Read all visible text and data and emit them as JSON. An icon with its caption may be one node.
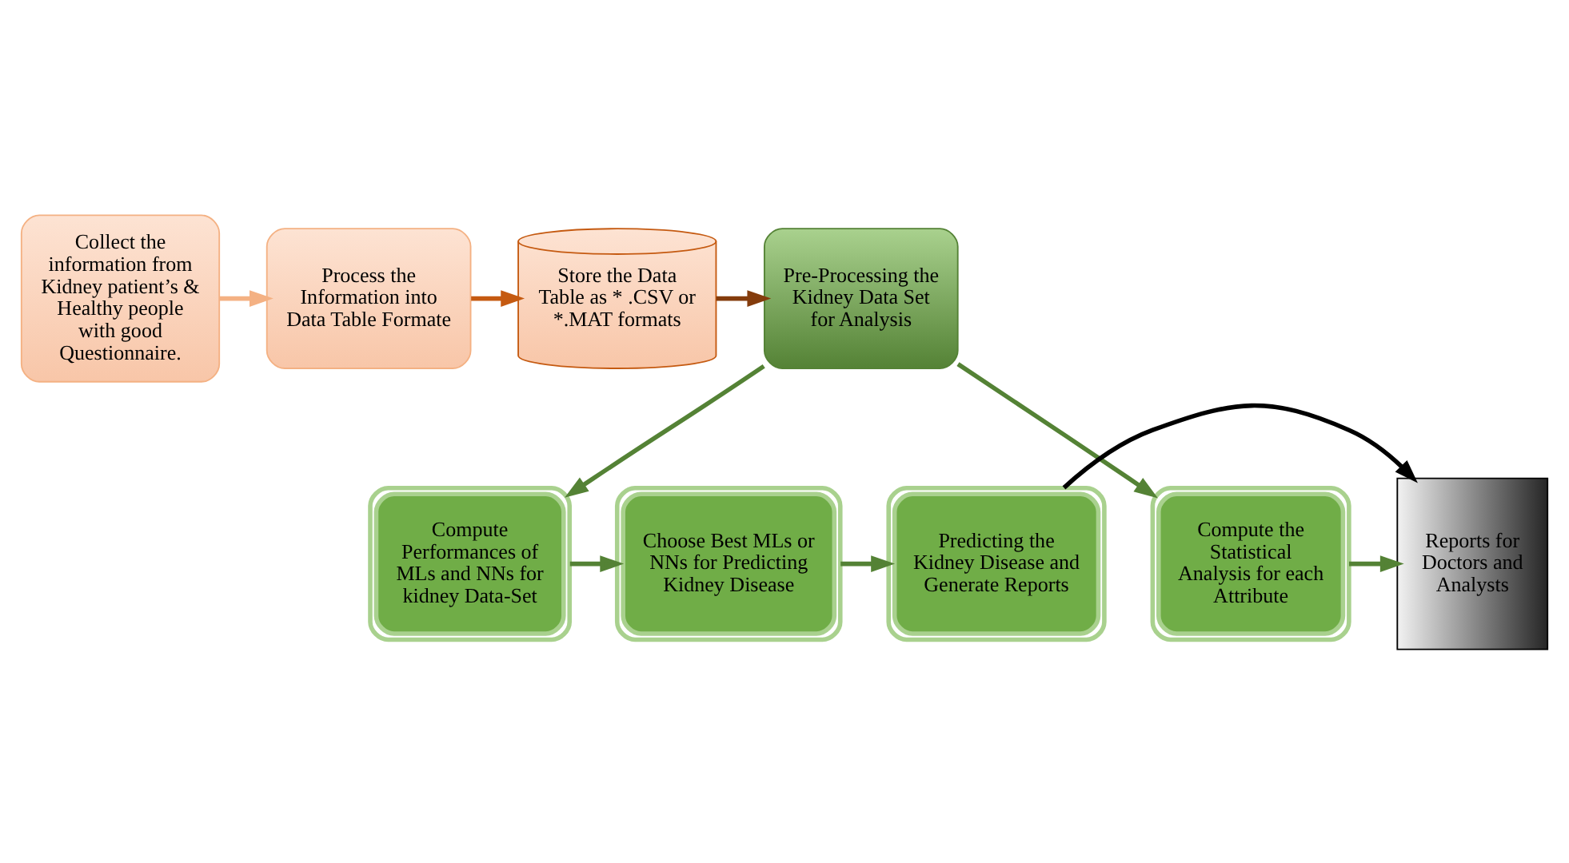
{
  "diagram": {
    "nodes": [
      {
        "text": [
          "Collect the information from Kidney patient’s & Healthy people with good Questionnaire."
        ]
      },
      {
        "text": [
          "Process the Information into Data Table Formate"
        ]
      },
      {
        "text": [
          "Store the Data Table as * .CSV or *.MAT formats"
        ]
      },
      {
        "text": [
          "Pre-Processing the Kidney Data Set for Analysis"
        ]
      },
      {
        "text": [
          "Reports for Doctors and Analysts"
        ]
      },
      {
        "text": [
          "Predicting the Kidney Disease and Generate Reports"
        ]
      },
      {
        "text": [
          "Choose Best MLs or NNs for Predicting Kidney Disease"
        ]
      },
      {
        "text": [
          "Compute Performances of MLs and NNs for kidney Data-Set"
        ]
      },
      {
        "text": [
          "Compute the Statistical Analysis for each Attribute"
        ]
      }
    ],
    "edges": [
      {
        "from": 0,
        "to": 1,
        "arrow": "to",
        "color": "#f4b183"
      },
      {
        "from": 1,
        "to": 2,
        "arrow": "to",
        "color": "#c55a11"
      },
      {
        "from": 2,
        "to": 3,
        "arrow": "to",
        "color": "#843c0c"
      },
      {
        "from": 3,
        "to": 7,
        "arrow": "to"
      },
      {
        "from": 3,
        "to": 8,
        "arrow": "to"
      },
      {
        "from": 7,
        "to": 6,
        "arrow": "to"
      },
      {
        "from": 6,
        "to": 5,
        "arrow": "to"
      },
      {
        "from": 5,
        "to": 4,
        "arrow": "to",
        "color": "#000000"
      },
      {
        "from": 8,
        "to": 4,
        "arrow": "to"
      }
    ]
  }
}
